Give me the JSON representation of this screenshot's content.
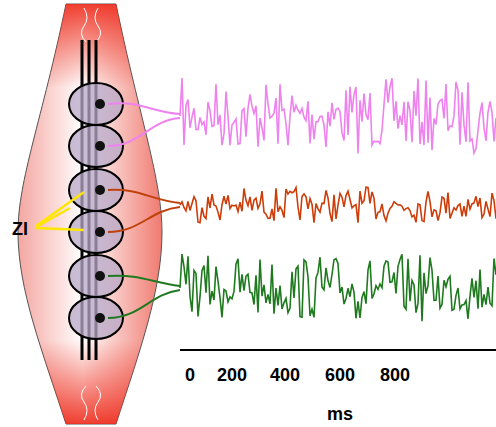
{
  "diagram": {
    "labels": [
      "ZI",
      "0",
      "200",
      "400",
      "600",
      "800",
      "ms"
    ]
  }
}
